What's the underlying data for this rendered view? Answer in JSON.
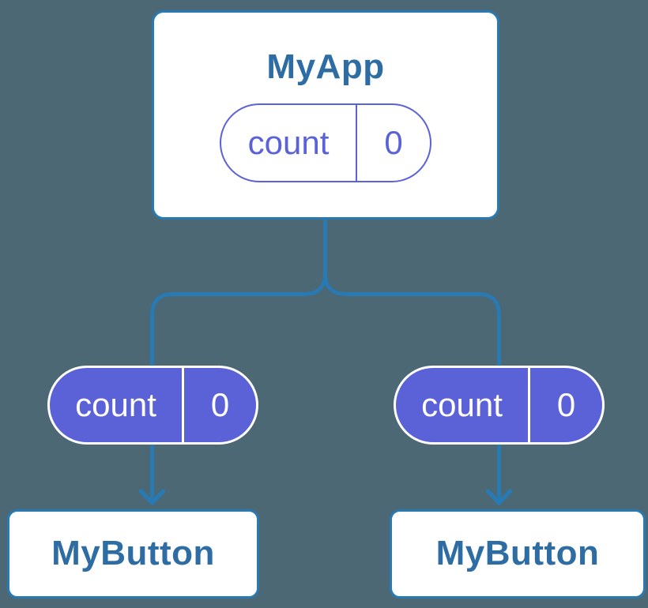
{
  "diagram": {
    "root": {
      "title": "MyApp",
      "state": {
        "name": "count",
        "value": "0"
      }
    },
    "children": [
      {
        "title": "MyButton",
        "state": {
          "name": "count",
          "value": "0"
        }
      },
      {
        "title": "MyButton",
        "state": {
          "name": "count",
          "value": "0"
        }
      }
    ]
  },
  "colors": {
    "background": "#4b6874",
    "line": "#2979b2",
    "title": "#2e6da4",
    "purple": "#5b62d8",
    "node-bg": "#ffffff",
    "pill-text": "#ffffff"
  }
}
